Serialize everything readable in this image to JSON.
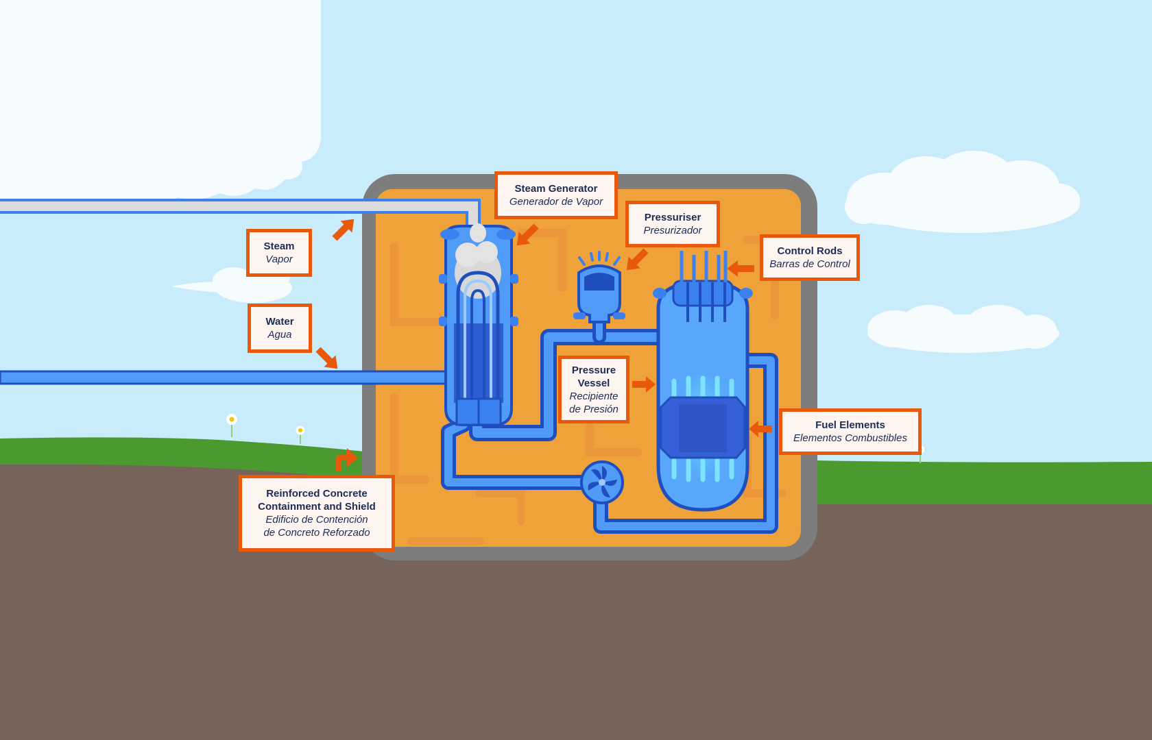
{
  "colors": {
    "sky": "#c9ecfb",
    "ground": "#76645a",
    "grass": "#4a9a2f",
    "containment_shell": "#7d7d7d",
    "containment_inner": "#f0a23a",
    "pipe_blue": "#3b82f0",
    "pipe_dark": "#1f4fbf",
    "fuel_glow": "#4dd8ff",
    "steam": "#d8d8d8",
    "label_border": "#e8590c",
    "label_bg": "#fef5f0",
    "label_text": "#1c2b57"
  },
  "labels": {
    "steam": {
      "en": "Steam",
      "es": "Vapor"
    },
    "water": {
      "en": "Water",
      "es": "Agua"
    },
    "steam_generator": {
      "en": "Steam Generator",
      "es": "Generador de Vapor"
    },
    "pressuriser": {
      "en": "Pressuriser",
      "es": "Presurizador"
    },
    "control_rods": {
      "en": "Control Rods",
      "es": "Barras de Control"
    },
    "pressure_vessel": {
      "en1": "Pressure",
      "en2": "Vessel",
      "es1": "Recipiente",
      "es2": "de Presión"
    },
    "fuel_elements": {
      "en": "Fuel Elements",
      "es": "Elementos Combustibles"
    },
    "containment": {
      "en1": "Reinforced Concrete",
      "en2": "Containment and Shield",
      "es1": "Edificio de Contención",
      "es2": "de Concreto Reforzado"
    }
  }
}
